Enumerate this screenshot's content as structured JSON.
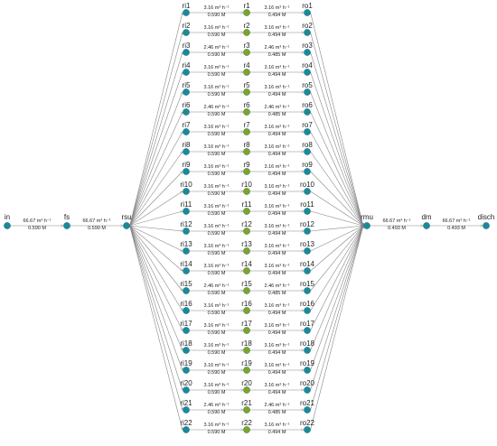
{
  "colors": {
    "node_teal": "#1a8a9a",
    "node_green": "#7fa51f",
    "edge": "#888888",
    "text": "#222222"
  },
  "main_nodes": {
    "in": "in",
    "fs": "fs",
    "rsu": "rsu",
    "rmu": "rmu",
    "dm": "dm",
    "disch": "disch"
  },
  "main_edges": [
    {
      "flow": "66.67 m³ h⁻¹",
      "conc": "0.590 M"
    },
    {
      "flow": "66.67 m³ h⁻¹",
      "conc": "0.590 M"
    },
    {
      "flow": "66.67 m³ h⁻¹",
      "conc": "0.493 M"
    },
    {
      "flow": "66.67 m³ h⁻¹",
      "conc": "0.493 M"
    }
  ],
  "branches": [
    {
      "ri": "ri1",
      "r": "r1",
      "ro": "ro1",
      "flow": "3.16 m³ h⁻¹",
      "conc_in": "0.590 M",
      "conc_out": "0.494 M"
    },
    {
      "ri": "ri2",
      "r": "r2",
      "ro": "ro2",
      "flow": "3.16 m³ h⁻¹",
      "conc_in": "0.590 M",
      "conc_out": "0.494 M"
    },
    {
      "ri": "ri3",
      "r": "r3",
      "ro": "ro3",
      "flow": "2.46 m³ h⁻¹",
      "conc_in": "0.590 M",
      "conc_out": "0.485 M"
    },
    {
      "ri": "ri4",
      "r": "r4",
      "ro": "ro4",
      "flow": "3.16 m³ h⁻¹",
      "conc_in": "0.590 M",
      "conc_out": "0.494 M"
    },
    {
      "ri": "ri5",
      "r": "r5",
      "ro": "ro5",
      "flow": "3.16 m³ h⁻¹",
      "conc_in": "0.590 M",
      "conc_out": "0.494 M"
    },
    {
      "ri": "ri6",
      "r": "r6",
      "ro": "ro6",
      "flow": "2.46 m³ h⁻¹",
      "conc_in": "0.590 M",
      "conc_out": "0.485 M"
    },
    {
      "ri": "ri7",
      "r": "r7",
      "ro": "ro7",
      "flow": "3.16 m³ h⁻¹",
      "conc_in": "0.590 M",
      "conc_out": "0.494 M"
    },
    {
      "ri": "ri8",
      "r": "r8",
      "ro": "ro8",
      "flow": "3.16 m³ h⁻¹",
      "conc_in": "0.590 M",
      "conc_out": "0.494 M"
    },
    {
      "ri": "ri9",
      "r": "r9",
      "ro": "ro9",
      "flow": "3.16 m³ h⁻¹",
      "conc_in": "0.590 M",
      "conc_out": "0.494 M"
    },
    {
      "ri": "ri10",
      "r": "r10",
      "ro": "ro10",
      "flow": "3.16 m³ h⁻¹",
      "conc_in": "0.590 M",
      "conc_out": "0.494 M"
    },
    {
      "ri": "ri11",
      "r": "r11",
      "ro": "ro11",
      "flow": "3.16 m³ h⁻¹",
      "conc_in": "0.590 M",
      "conc_out": "0.494 M"
    },
    {
      "ri": "ri12",
      "r": "r12",
      "ro": "ro12",
      "flow": "3.16 m³ h⁻¹",
      "conc_in": "0.590 M",
      "conc_out": "0.494 M"
    },
    {
      "ri": "ri13",
      "r": "r13",
      "ro": "ro13",
      "flow": "3.16 m³ h⁻¹",
      "conc_in": "0.590 M",
      "conc_out": "0.494 M"
    },
    {
      "ri": "ri14",
      "r": "r14",
      "ro": "ro14",
      "flow": "3.16 m³ h⁻¹",
      "conc_in": "0.590 M",
      "conc_out": "0.494 M"
    },
    {
      "ri": "ri15",
      "r": "r15",
      "ro": "ro15",
      "flow": "2.46 m³ h⁻¹",
      "conc_in": "0.590 M",
      "conc_out": "0.485 M"
    },
    {
      "ri": "ri16",
      "r": "r16",
      "ro": "ro16",
      "flow": "3.16 m³ h⁻¹",
      "conc_in": "0.590 M",
      "conc_out": "0.494 M"
    },
    {
      "ri": "ri17",
      "r": "r17",
      "ro": "ro17",
      "flow": "3.16 m³ h⁻¹",
      "conc_in": "0.590 M",
      "conc_out": "0.494 M"
    },
    {
      "ri": "ri18",
      "r": "r18",
      "ro": "ro18",
      "flow": "3.16 m³ h⁻¹",
      "conc_in": "0.590 M",
      "conc_out": "0.494 M"
    },
    {
      "ri": "ri19",
      "r": "r19",
      "ro": "ro19",
      "flow": "3.16 m³ h⁻¹",
      "conc_in": "0.590 M",
      "conc_out": "0.494 M"
    },
    {
      "ri": "ri20",
      "r": "r20",
      "ro": "ro20",
      "flow": "3.16 m³ h⁻¹",
      "conc_in": "0.590 M",
      "conc_out": "0.494 M"
    },
    {
      "ri": "ri21",
      "r": "r21",
      "ro": "ro21",
      "flow": "2.46 m³ h⁻¹",
      "conc_in": "0.590 M",
      "conc_out": "0.485 M"
    },
    {
      "ri": "ri22",
      "r": "r22",
      "ro": "ro22",
      "flow": "3.16 m³ h⁻¹",
      "conc_in": "0.590 M",
      "conc_out": "0.494 M"
    }
  ]
}
